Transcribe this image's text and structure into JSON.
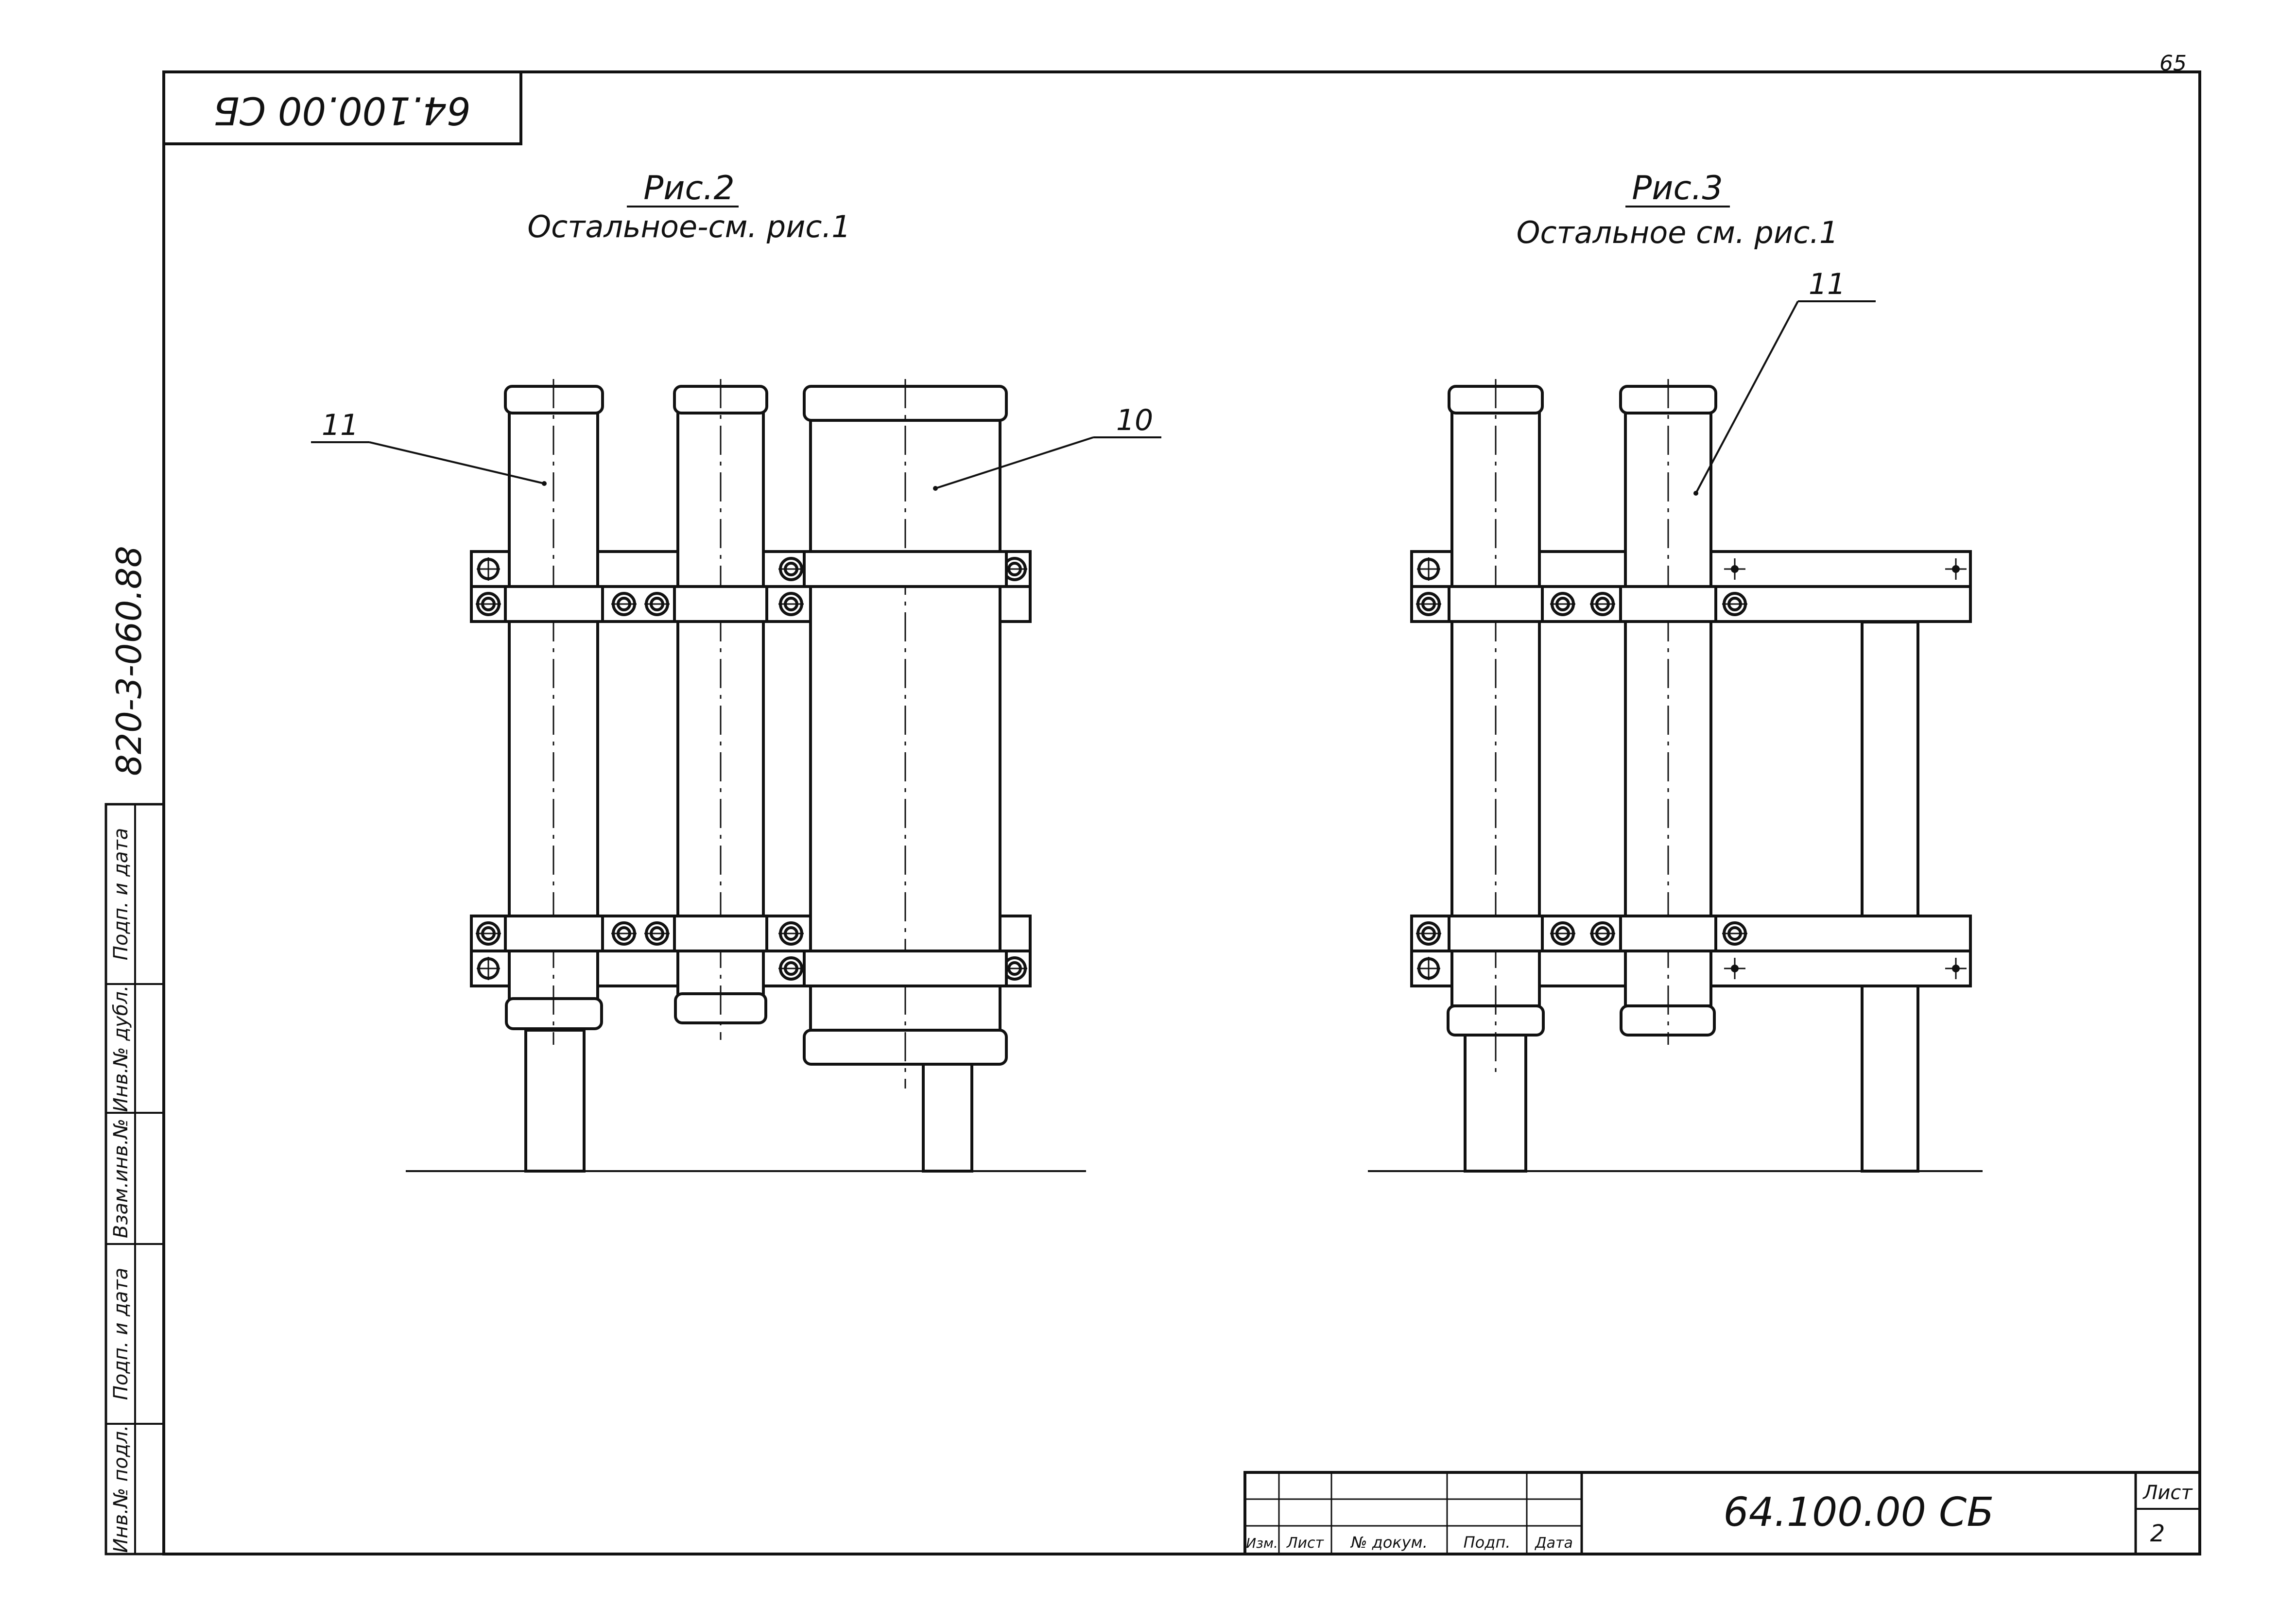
{
  "page_number": "65",
  "stamp_code": "64.100.00 СБ",
  "side_code": "820-3-060.88",
  "side_stamp": [
    "Подп. и дата",
    "Инв.№ дубл.",
    "Взам.инв.№",
    "Подп. и дата",
    "Инв.№ подл."
  ],
  "figures": [
    {
      "title": "Рис.2",
      "note": "Остальное-см. рис.1",
      "callouts": [
        "11",
        "10"
      ]
    },
    {
      "title": "Рис.3",
      "note": "Остальное см. рис.1",
      "callouts": [
        "11"
      ]
    }
  ],
  "title_block": {
    "columns": [
      "Изм.",
      "Лист",
      "№ докум.",
      "Подп.",
      "Дата"
    ],
    "designation": "64.100.00 СБ",
    "sheet_label": "Лист",
    "sheet_number": "2"
  }
}
